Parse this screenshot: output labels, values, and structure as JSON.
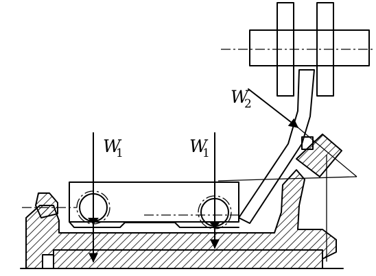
{
  "labels": {
    "w1_left": {
      "main": "W",
      "sub": "1"
    },
    "w1_right": {
      "main": "W",
      "sub": "1"
    },
    "w2": {
      "main": "W",
      "sub": "2"
    }
  }
}
